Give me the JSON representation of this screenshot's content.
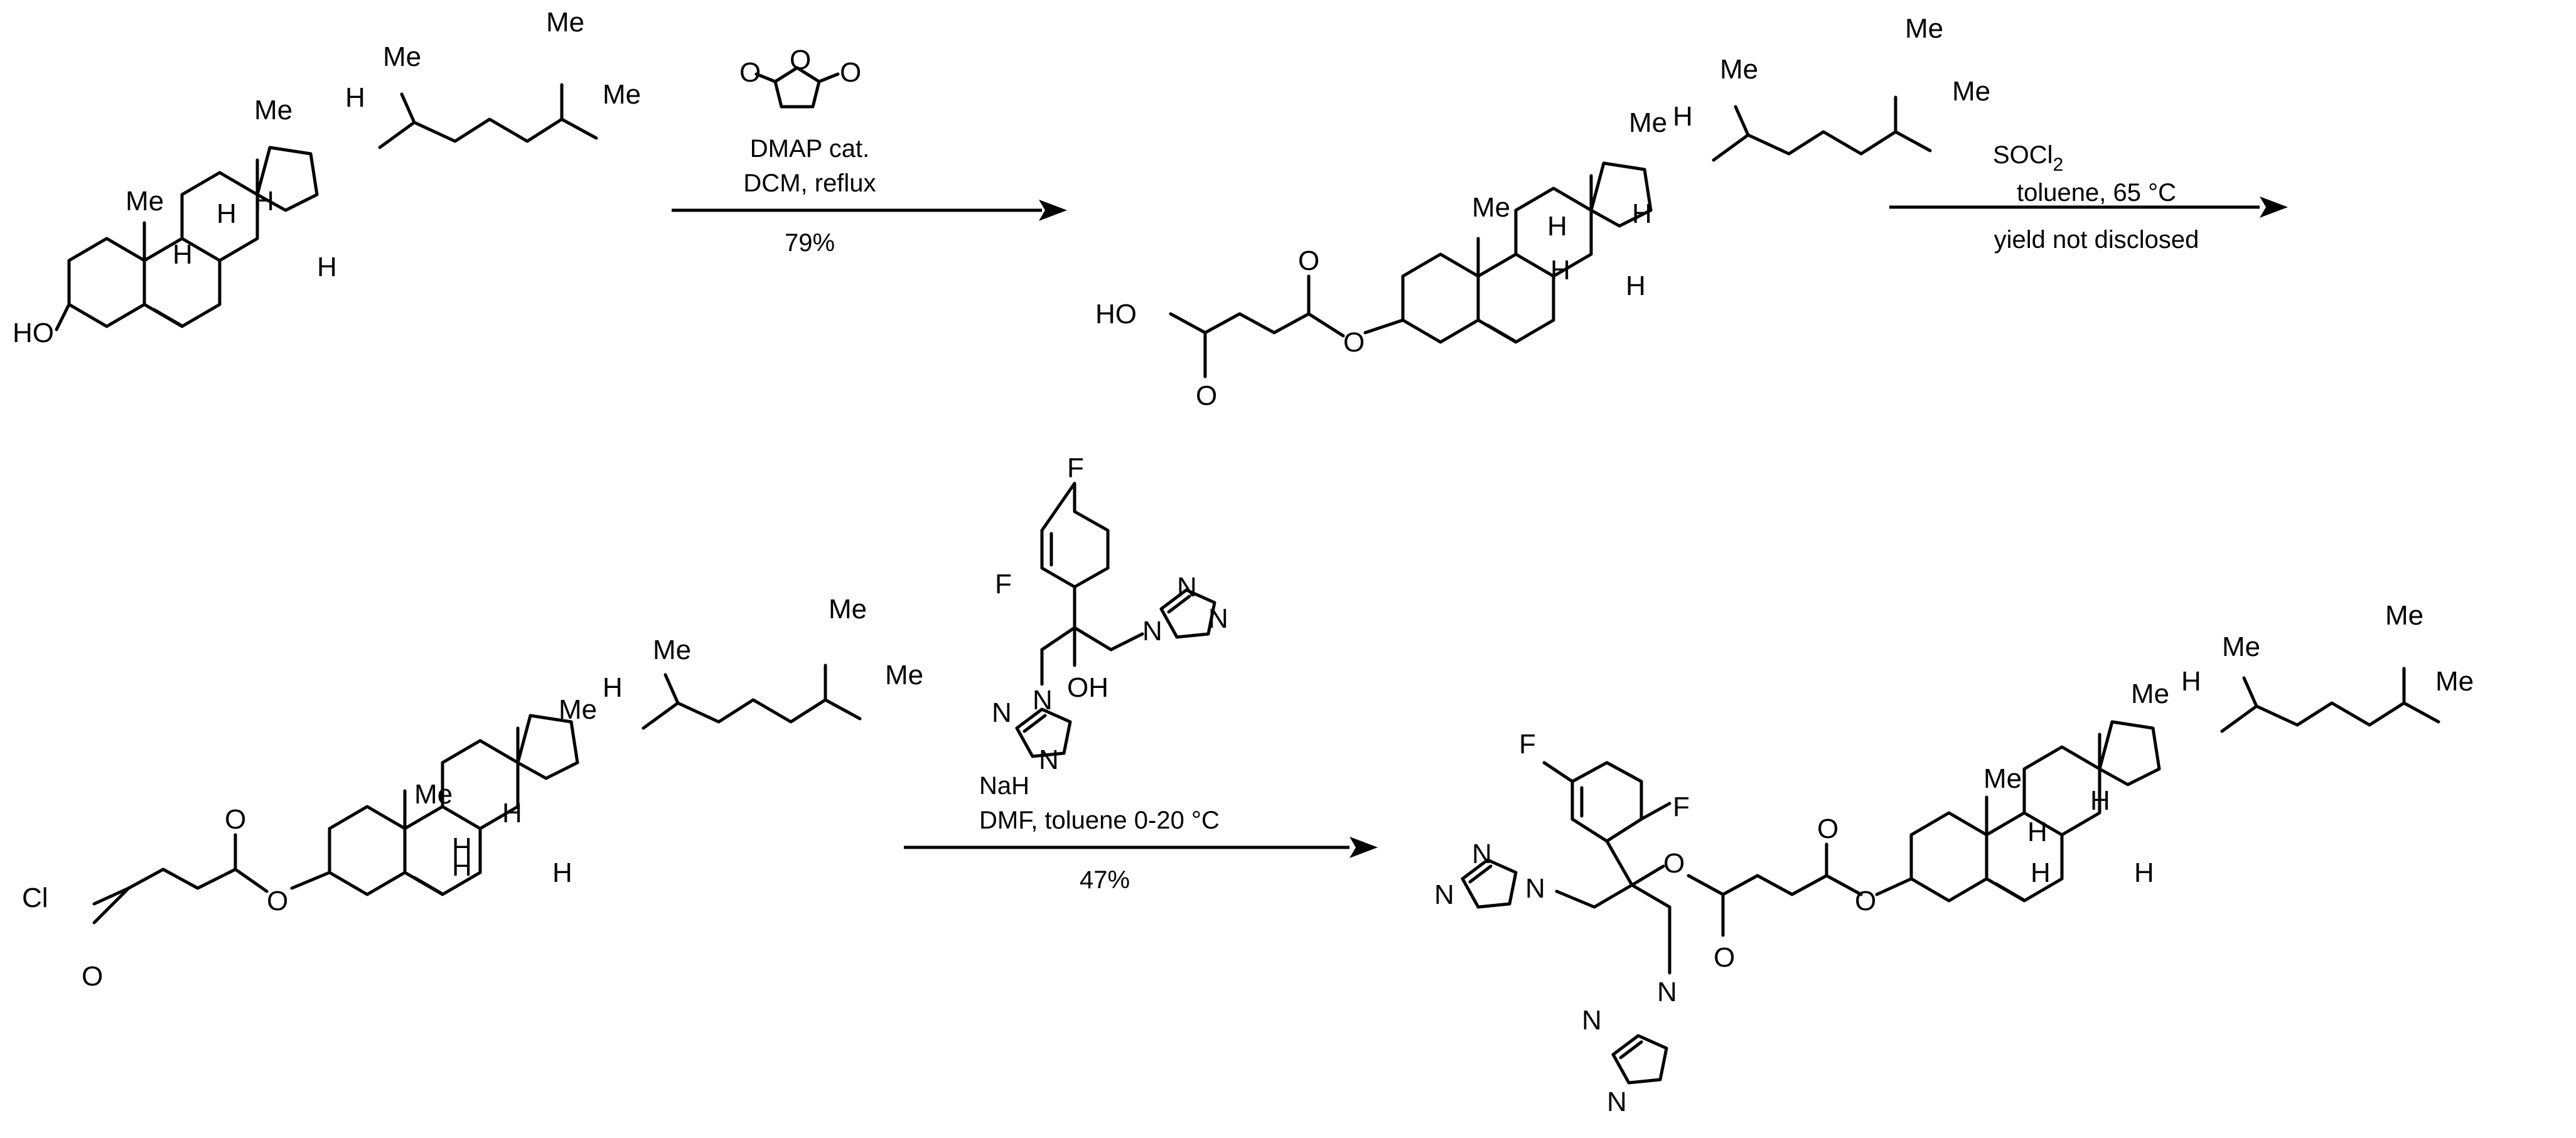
{
  "atom_labels": {
    "me": "Me",
    "h": "H",
    "ho": "HO",
    "oh": "OH",
    "o": "O",
    "n": "N",
    "f": "F",
    "cl": "Cl"
  },
  "step1": {
    "reagent_line1": "DMAP cat.",
    "reagent_line2": "DCM, reflux",
    "yield": "79%"
  },
  "step2": {
    "reagent_line1_main": "SOCl",
    "reagent_line1_subscript": "2",
    "reagent_line2": "toluene, 65 °C",
    "yield": "yield not disclosed"
  },
  "step3": {
    "base": "NaH",
    "conditions": "DMF, toluene 0-20 °C",
    "yield": "47%"
  }
}
